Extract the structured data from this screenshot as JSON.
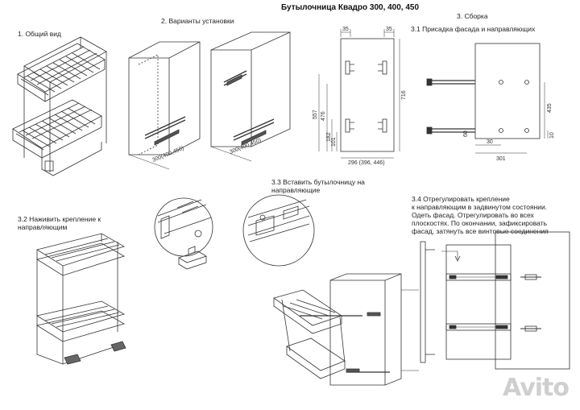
{
  "title": "Бутылочница Квадро 300, 400, 450",
  "sections": {
    "s1": "1. Общий вид",
    "s2": "2. Варианты установки",
    "s3": "3. Сборка",
    "s31": "3.1 Присадка фасада и направляющих",
    "s32_line1": "3.2 Наживить крепление к",
    "s32_line2": "направляющим",
    "s33_line1": "3.3 Вставить бутылочницу на",
    "s33_line2": "направляющие",
    "s34_line1": "3.4 Отрегулировать крепление",
    "s34_line2": "к направляющим в задвинутом состоянии.",
    "s34_line3": "Одеть фасад. Отрегулировать во всех",
    "s34_line4": "плоскостях. По окончании, зафиксировать",
    "s34_line5": "фасад, затянуть все винтовые соединения"
  },
  "variants": {
    "dim_left": "300(400,450)",
    "dim_right": "300(400,450)"
  },
  "front_view": {
    "w35a": "35",
    "w35b": "35",
    "h557": "557",
    "h476": "476",
    "h716": "716",
    "h182": "182",
    "h101": "101",
    "width": "296 (396, 446)"
  },
  "facade": {
    "h435": "435",
    "h60": "60",
    "w30": "30",
    "w301": "301",
    "h10": "10"
  },
  "watermark": "Avito"
}
